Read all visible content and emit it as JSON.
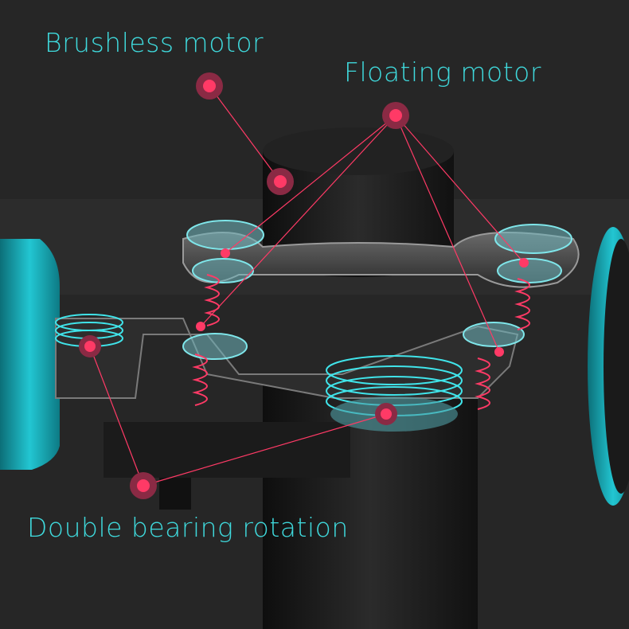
{
  "labels": {
    "brushless_motor": "Brushless motor",
    "floating_motor": "Floating motor",
    "double_bearing": "Double bearing rotation"
  },
  "colors": {
    "background": "#262626",
    "label_text": "#3fd9dc",
    "marker": "#ff3a66",
    "marker_halo": "#8a2a44",
    "cyan_part": "#1fb8c4"
  }
}
